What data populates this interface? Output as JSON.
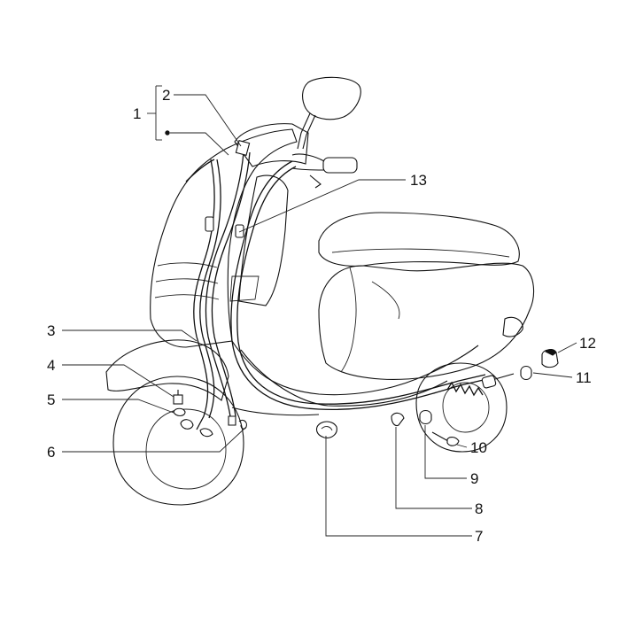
{
  "labels": {
    "l1": "1",
    "l2": "2",
    "l3": "3",
    "l4": "4",
    "l5": "5",
    "l6": "6",
    "l7": "7",
    "l8": "8",
    "l9": "9",
    "l10": "10",
    "l11": "11",
    "l12": "12",
    "l13": "13"
  },
  "colors": {
    "ink": "#111111",
    "background": "#ffffff"
  }
}
